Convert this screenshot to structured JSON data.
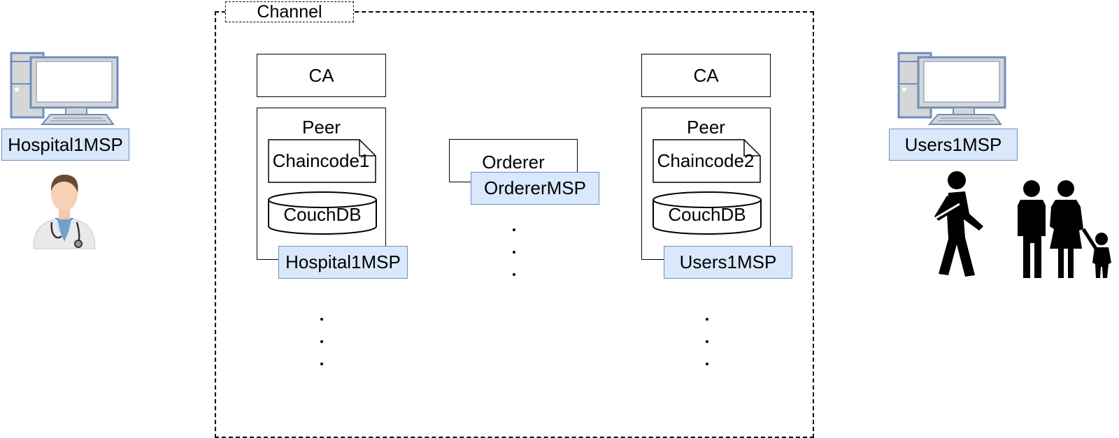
{
  "channel": {
    "label": "Channel"
  },
  "left_client": {
    "msp_label": "Hospital1MSP",
    "icons": [
      "desktop-computer-icon",
      "doctor-icon"
    ]
  },
  "right_client": {
    "msp_label": "Users1MSP",
    "icons": [
      "desktop-computer-icon",
      "injured-person-icon",
      "family-icon"
    ]
  },
  "org1": {
    "ca_label": "CA",
    "peer_label": "Peer",
    "chaincode_label": "Chaincode1",
    "db_label": "CouchDB",
    "msp_label": "Hospital1MSP"
  },
  "orderer": {
    "label": "Orderer",
    "msp_label": "OrdererMSP"
  },
  "org2": {
    "ca_label": "CA",
    "peer_label": "Peer",
    "chaincode_label": "Chaincode2",
    "db_label": "CouchDB",
    "msp_label": "Users1MSP"
  },
  "colors": {
    "msp_fill": "#dae8fc",
    "msp_stroke": "#6c8ebf",
    "computer_fill": "#d6d6d6",
    "computer_stroke": "#6c8ebf"
  }
}
